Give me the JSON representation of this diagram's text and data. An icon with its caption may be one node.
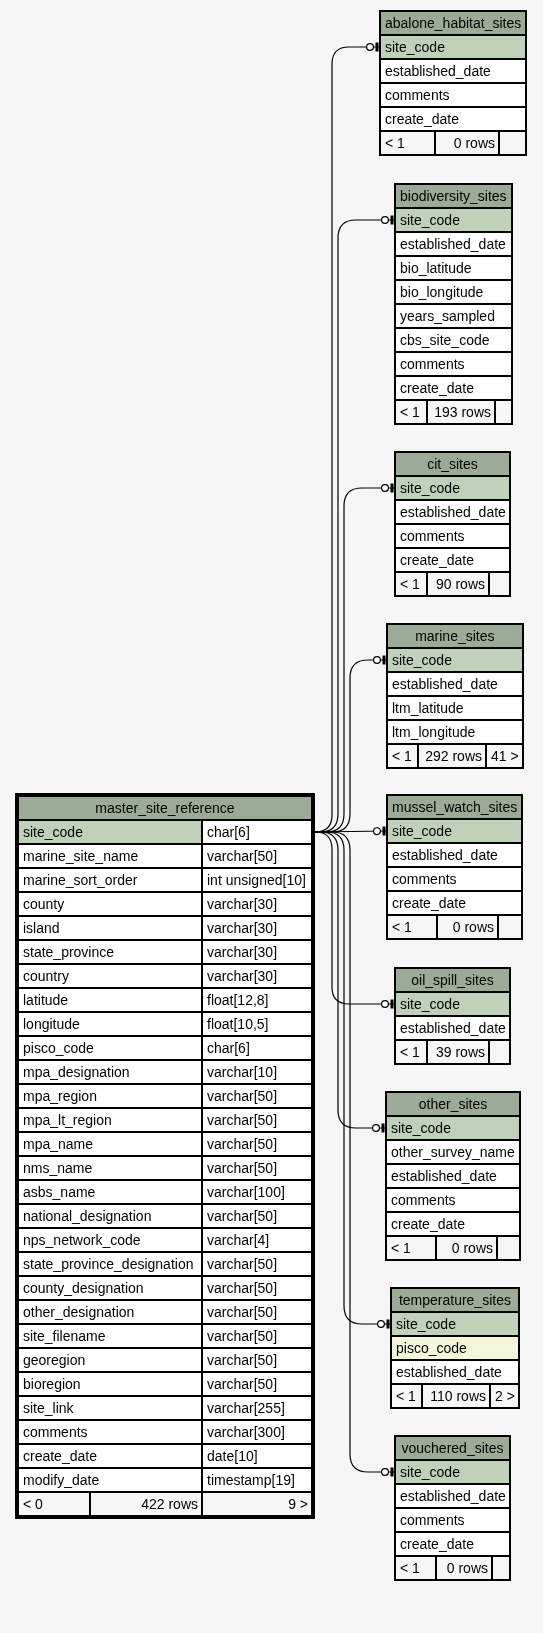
{
  "diagram": {
    "nodes": [
      {
        "text": [
          "abalone_habitat_sites"
        ]
      },
      {
        "text": [
          "site_code"
        ],
        "in": 0
      },
      {
        "text": [
          "established_date"
        ],
        "in": 0
      },
      {
        "text": [
          "comments"
        ],
        "in": 0
      },
      {
        "text": [
          "create_date"
        ],
        "in": 0
      },
      {
        "text": [
          "< 1",
          "0 rows"
        ],
        "in": 0
      },
      {
        "text": [
          "biodiversity_sites"
        ]
      },
      {
        "text": [
          "site_code"
        ],
        "in": 6
      },
      {
        "text": [
          "established_date"
        ],
        "in": 6
      },
      {
        "text": [
          "bio_latitude"
        ],
        "in": 6
      },
      {
        "text": [
          "bio_longitude"
        ],
        "in": 6
      },
      {
        "text": [
          "years_sampled"
        ],
        "in": 6
      },
      {
        "text": [
          "cbs_site_code"
        ],
        "in": 6
      },
      {
        "text": [
          "comments"
        ],
        "in": 6
      },
      {
        "text": [
          "create_date"
        ],
        "in": 6
      },
      {
        "text": [
          "< 1",
          "193 rows"
        ],
        "in": 6
      },
      {
        "text": [
          "cit_sites"
        ]
      },
      {
        "text": [
          "site_code"
        ],
        "in": 16
      },
      {
        "text": [
          "established_date"
        ],
        "in": 16
      },
      {
        "text": [
          "comments"
        ],
        "in": 16
      },
      {
        "text": [
          "create_date"
        ],
        "in": 16
      },
      {
        "text": [
          "< 1",
          "90 rows"
        ],
        "in": 16
      },
      {
        "text": [
          "marine_sites"
        ]
      },
      {
        "text": [
          "site_code"
        ],
        "in": 22
      },
      {
        "text": [
          "established_date"
        ],
        "in": 22
      },
      {
        "text": [
          "ltm_latitude"
        ],
        "in": 22
      },
      {
        "text": [
          "ltm_longitude"
        ],
        "in": 22
      },
      {
        "text": [
          "< 1",
          "292 rows",
          "41 >"
        ],
        "in": 22
      },
      {
        "text": [
          "master_site_reference"
        ]
      },
      {
        "text": [
          "site_code",
          "char[6]"
        ],
        "in": 28
      },
      {
        "text": [
          "marine_site_name",
          "varchar[50]"
        ],
        "in": 28
      },
      {
        "text": [
          "marine_sort_order",
          "int unsigned[10]"
        ],
        "in": 28
      },
      {
        "text": [
          "county",
          "varchar[30]"
        ],
        "in": 28
      },
      {
        "text": [
          "island",
          "varchar[30]"
        ],
        "in": 28
      },
      {
        "text": [
          "state_province",
          "varchar[30]"
        ],
        "in": 28
      },
      {
        "text": [
          "country",
          "varchar[30]"
        ],
        "in": 28
      },
      {
        "text": [
          "latitude",
          "float[12,8]"
        ],
        "in": 28
      },
      {
        "text": [
          "longitude",
          "float[10,5]"
        ],
        "in": 28
      },
      {
        "text": [
          "pisco_code",
          "char[6]"
        ],
        "in": 28
      },
      {
        "text": [
          "mpa_designation",
          "varchar[10]"
        ],
        "in": 28
      },
      {
        "text": [
          "mpa_region",
          "varchar[50]"
        ],
        "in": 28
      },
      {
        "text": [
          "mpa_lt_region",
          "varchar[50]"
        ],
        "in": 28
      },
      {
        "text": [
          "mpa_name",
          "varchar[50]"
        ],
        "in": 28
      },
      {
        "text": [
          "nms_name",
          "varchar[50]"
        ],
        "in": 28
      },
      {
        "text": [
          "asbs_name",
          "varchar[100]"
        ],
        "in": 28
      },
      {
        "text": [
          "national_designation",
          "varchar[50]"
        ],
        "in": 28
      },
      {
        "text": [
          "nps_network_code",
          "varchar[4]"
        ],
        "in": 28
      },
      {
        "text": [
          "state_province_designation",
          "varchar[50]"
        ],
        "in": 28
      },
      {
        "text": [
          "county_designation",
          "varchar[50]"
        ],
        "in": 28
      },
      {
        "text": [
          "other_designation",
          "varchar[50]"
        ],
        "in": 28
      },
      {
        "text": [
          "site_filename",
          "varchar[50]"
        ],
        "in": 28
      },
      {
        "text": [
          "georegion",
          "varchar[50]"
        ],
        "in": 28
      },
      {
        "text": [
          "bioregion",
          "varchar[50]"
        ],
        "in": 28
      },
      {
        "text": [
          "site_link",
          "varchar[255]"
        ],
        "in": 28
      },
      {
        "text": [
          "comments",
          "varchar[300]"
        ],
        "in": 28
      },
      {
        "text": [
          "create_date",
          "date[10]"
        ],
        "in": 28
      },
      {
        "text": [
          "modify_date",
          "timestamp[19]"
        ],
        "in": 28
      },
      {
        "text": [
          "< 0",
          "422 rows",
          "9 >"
        ],
        "in": 28
      },
      {
        "text": [
          "mussel_watch_sites"
        ]
      },
      {
        "text": [
          "site_code"
        ],
        "in": 58
      },
      {
        "text": [
          "established_date"
        ],
        "in": 58
      },
      {
        "text": [
          "comments"
        ],
        "in": 58
      },
      {
        "text": [
          "create_date"
        ],
        "in": 58
      },
      {
        "text": [
          "< 1",
          "0 rows"
        ],
        "in": 58
      },
      {
        "text": [
          "oil_spill_sites"
        ]
      },
      {
        "text": [
          "site_code"
        ],
        "in": 64
      },
      {
        "text": [
          "established_date"
        ],
        "in": 64
      },
      {
        "text": [
          "< 1",
          "39 rows"
        ],
        "in": 64
      },
      {
        "text": [
          "other_sites"
        ]
      },
      {
        "text": [
          "site_code"
        ],
        "in": 68
      },
      {
        "text": [
          "other_survey_name"
        ],
        "in": 68
      },
      {
        "text": [
          "established_date"
        ],
        "in": 68
      },
      {
        "text": [
          "comments"
        ],
        "in": 68
      },
      {
        "text": [
          "create_date"
        ],
        "in": 68
      },
      {
        "text": [
          "< 1",
          "0 rows"
        ],
        "in": 68
      },
      {
        "text": [
          "temperature_sites"
        ]
      },
      {
        "text": [
          "site_code"
        ],
        "in": 75
      },
      {
        "text": [
          "pisco_code"
        ],
        "in": 75
      },
      {
        "text": [
          "established_date"
        ],
        "in": 75
      },
      {
        "text": [
          "< 1",
          "110 rows",
          "2 >"
        ],
        "in": 75
      },
      {
        "text": [
          "vouchered_sites"
        ]
      },
      {
        "text": [
          "site_code"
        ],
        "in": 80
      },
      {
        "text": [
          "established_date"
        ],
        "in": 80
      },
      {
        "text": [
          "comments"
        ],
        "in": 80
      },
      {
        "text": [
          "create_date"
        ],
        "in": 80
      },
      {
        "text": [
          "< 1",
          "0 rows"
        ],
        "in": 80
      }
    ],
    "edges": [
      {
        "from": 29,
        "to": 1,
        "arrow": "other"
      },
      {
        "from": 29,
        "to": 7,
        "arrow": "other"
      },
      {
        "from": 29,
        "to": 17,
        "arrow": "other"
      },
      {
        "from": 29,
        "to": 23,
        "arrow": "other"
      },
      {
        "from": 29,
        "to": 59,
        "arrow": "other"
      },
      {
        "from": 29,
        "to": 65,
        "arrow": "other"
      },
      {
        "from": 29,
        "to": 69,
        "arrow": "other"
      },
      {
        "from": 29,
        "to": 76,
        "arrow": "other"
      },
      {
        "from": 29,
        "to": 81,
        "arrow": "other"
      }
    ]
  }
}
